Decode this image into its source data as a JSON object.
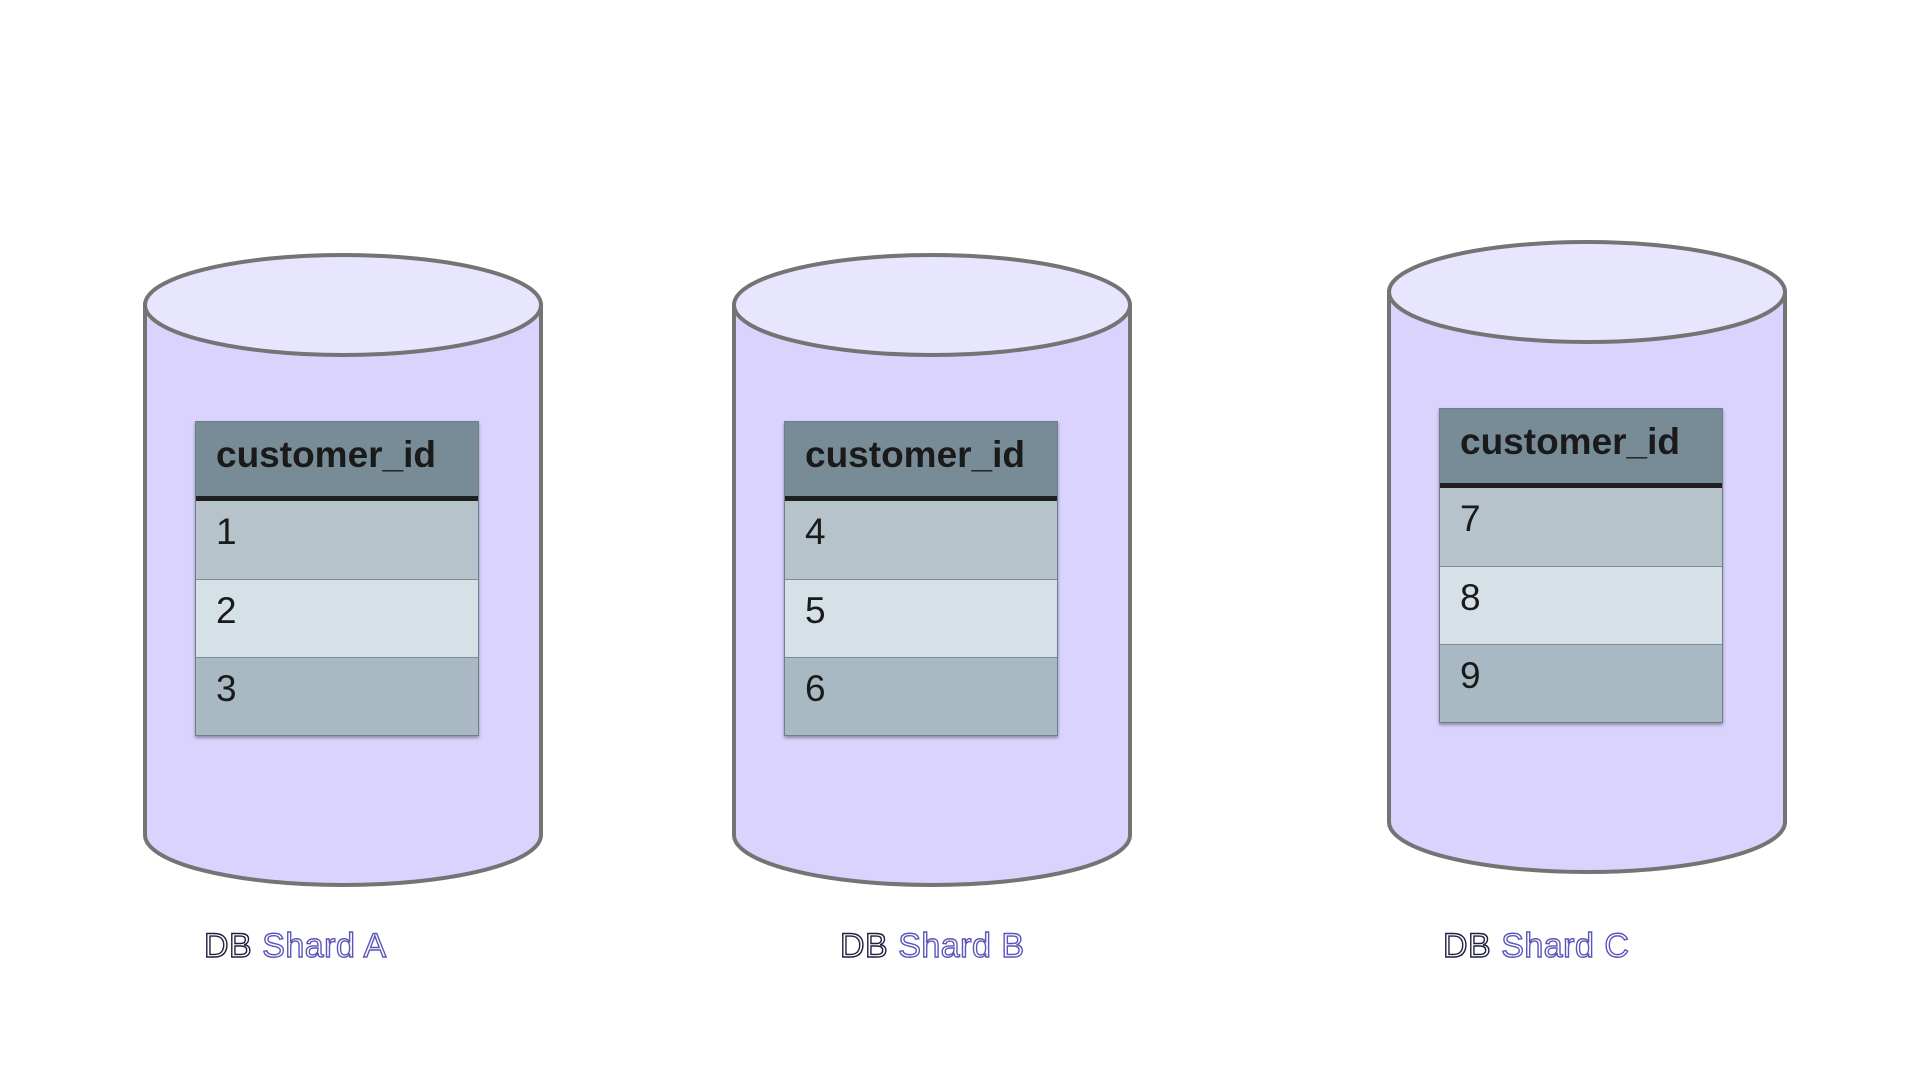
{
  "shards": [
    {
      "label_prefix": "DB",
      "label_suffix": "Shard A",
      "table": {
        "header": "customer_id",
        "rows": [
          "1",
          "2",
          "3"
        ]
      }
    },
    {
      "label_prefix": "DB",
      "label_suffix": "Shard B",
      "table": {
        "header": "customer_id",
        "rows": [
          "4",
          "5",
          "6"
        ]
      }
    },
    {
      "label_prefix": "DB",
      "label_suffix": "Shard C",
      "table": {
        "header": "customer_id",
        "rows": [
          "7",
          "8",
          "9"
        ]
      }
    }
  ],
  "colors": {
    "cylinder_body": "#d9d3fd",
    "cylinder_top": "#e8e6fe",
    "cylinder_stroke": "#747474",
    "header_bg": "#788c98",
    "row_dark": "#b6c3cb",
    "row_light": "#d5e0e7",
    "row_mid": "#a9b9c4"
  },
  "icons": [
    "database-cylinder-icon"
  ]
}
